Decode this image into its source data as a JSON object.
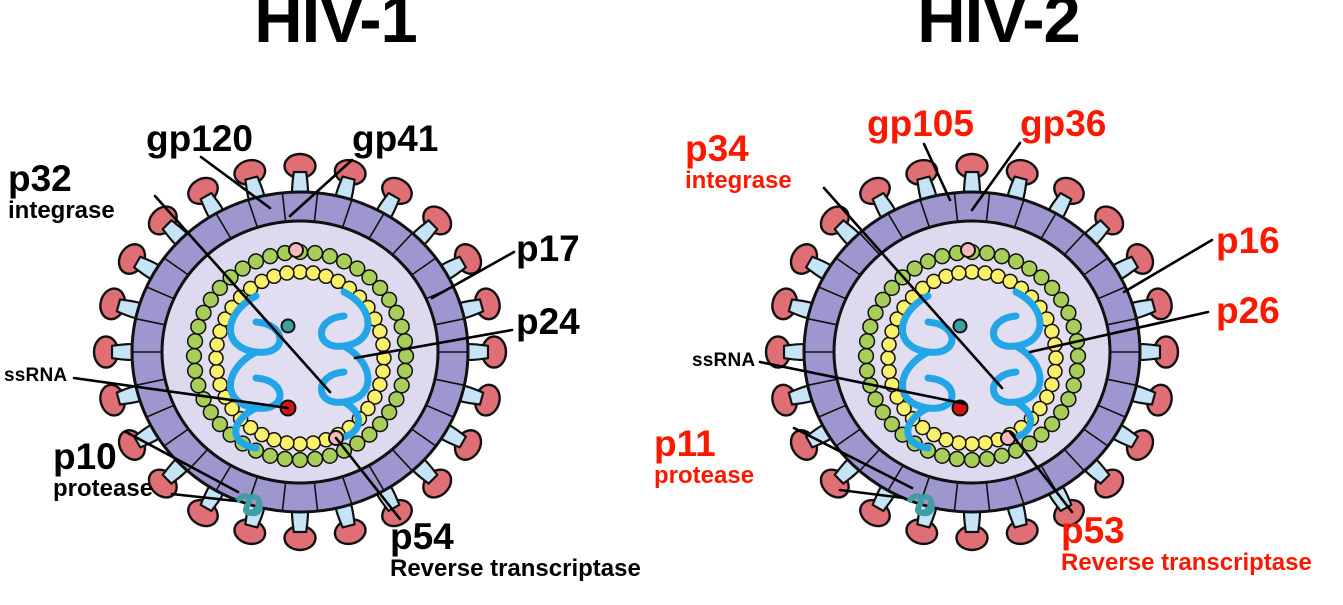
{
  "figure": {
    "kind": "virion-structure-comparison",
    "background": "#ffffff"
  },
  "colors": {
    "black_label": "#000000",
    "red_label": "#fb1800",
    "envelope_membrane": "#9d96cf",
    "envelope_inner": "#ddd9ef",
    "core_interior": "#e2def2",
    "matrix_bead_green": "#a8ce5a",
    "capsid_bead_yellow": "#fbf06a",
    "spike_stalk_blue": "#c6e4f5",
    "spike_knob_red": "#df6f74",
    "rna_coil_blue": "#22a6e8",
    "integrase_dot_teal": "#3e9fa3",
    "ssrna_dot_red": "#d31414",
    "rt_dot_pink": "#f5b9bd",
    "protease_squiggle_teal": "#3e9fa3",
    "outline": "#111111",
    "leader_line": "#000000"
  },
  "panels": [
    {
      "id": "hiv1",
      "title": "HIV-1",
      "label_color": "#000000",
      "labels": [
        {
          "id": "gp120",
          "name": "gp120",
          "sub": "",
          "style": "one"
        },
        {
          "id": "gp41",
          "name": "gp41",
          "sub": "",
          "style": "one"
        },
        {
          "id": "integrase",
          "name": "p32",
          "sub": "integrase",
          "style": "two"
        },
        {
          "id": "matrix",
          "name": "p17",
          "sub": "",
          "style": "one"
        },
        {
          "id": "capsid",
          "name": "p24",
          "sub": "",
          "style": "one"
        },
        {
          "id": "ssrna",
          "name": "ssRNA",
          "sub": "",
          "style": "tiny"
        },
        {
          "id": "protease",
          "name": "p10",
          "sub": "protease",
          "style": "two"
        },
        {
          "id": "rt",
          "name": "p54",
          "sub": "Reverse transcriptase",
          "style": "two"
        }
      ]
    },
    {
      "id": "hiv2",
      "title": "HIV-2",
      "label_color": "#fb1800",
      "labels": [
        {
          "id": "gp105",
          "name": "gp105",
          "sub": "",
          "style": "one"
        },
        {
          "id": "gp36",
          "name": "gp36",
          "sub": "",
          "style": "one"
        },
        {
          "id": "integrase",
          "name": "p34",
          "sub": "integrase",
          "style": "two"
        },
        {
          "id": "matrix",
          "name": "p16",
          "sub": "",
          "style": "one"
        },
        {
          "id": "capsid",
          "name": "p26",
          "sub": "",
          "style": "one"
        },
        {
          "id": "ssrna",
          "name": "ssRNA",
          "sub": "",
          "style": "tiny"
        },
        {
          "id": "protease",
          "name": "p11",
          "sub": "protease",
          "style": "two"
        },
        {
          "id": "rt",
          "name": "p53",
          "sub": "Reverse transcriptase",
          "style": "two"
        }
      ]
    }
  ],
  "structure_parts": {
    "envelope": "lipid-envelope-membrane",
    "spike_knob": "gp120-surface-glycoprotein-knob",
    "spike_stalk": "gp41-transmembrane-glycoprotein-stalk",
    "matrix_ring": "matrix-protein-bead-ring",
    "capsid_ring": "capsid-protein-bead-ring",
    "rna_coil": "single-stranded-rna-coil",
    "integrase_dot": "integrase-enzyme-dot",
    "rt_dot": "reverse-transcriptase-enzyme-dot",
    "ssrna_dot": "ssrna-marker-dot",
    "protease_squiggle": "protease-enzyme-squiggle",
    "spike_count": 24
  }
}
